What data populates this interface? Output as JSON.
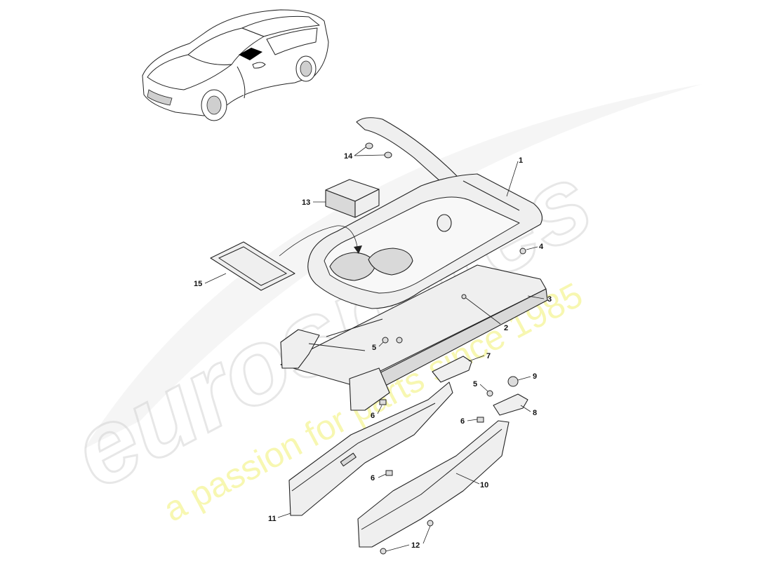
{
  "watermark": {
    "logo_text": "eurospares",
    "tagline": "a passion for parts since 1985"
  },
  "callouts": [
    {
      "id": "1",
      "label": "1"
    },
    {
      "id": "2",
      "label": "2"
    },
    {
      "id": "3",
      "label": "3"
    },
    {
      "id": "4",
      "label": "4"
    },
    {
      "id": "5a",
      "label": "5"
    },
    {
      "id": "5b",
      "label": "5"
    },
    {
      "id": "6a",
      "label": "6"
    },
    {
      "id": "6b",
      "label": "6"
    },
    {
      "id": "6c",
      "label": "6"
    },
    {
      "id": "7",
      "label": "7"
    },
    {
      "id": "8",
      "label": "8"
    },
    {
      "id": "9",
      "label": "9"
    },
    {
      "id": "10",
      "label": "10"
    },
    {
      "id": "11",
      "label": "11"
    },
    {
      "id": "12",
      "label": "12"
    },
    {
      "id": "13",
      "label": "13"
    },
    {
      "id": "14",
      "label": "14"
    },
    {
      "id": "15",
      "label": "15"
    }
  ],
  "colors": {
    "line": "#222222",
    "watermark_grey": "#d0d0d0",
    "watermark_yellow": "#eeee55",
    "highlight": "#000000"
  }
}
